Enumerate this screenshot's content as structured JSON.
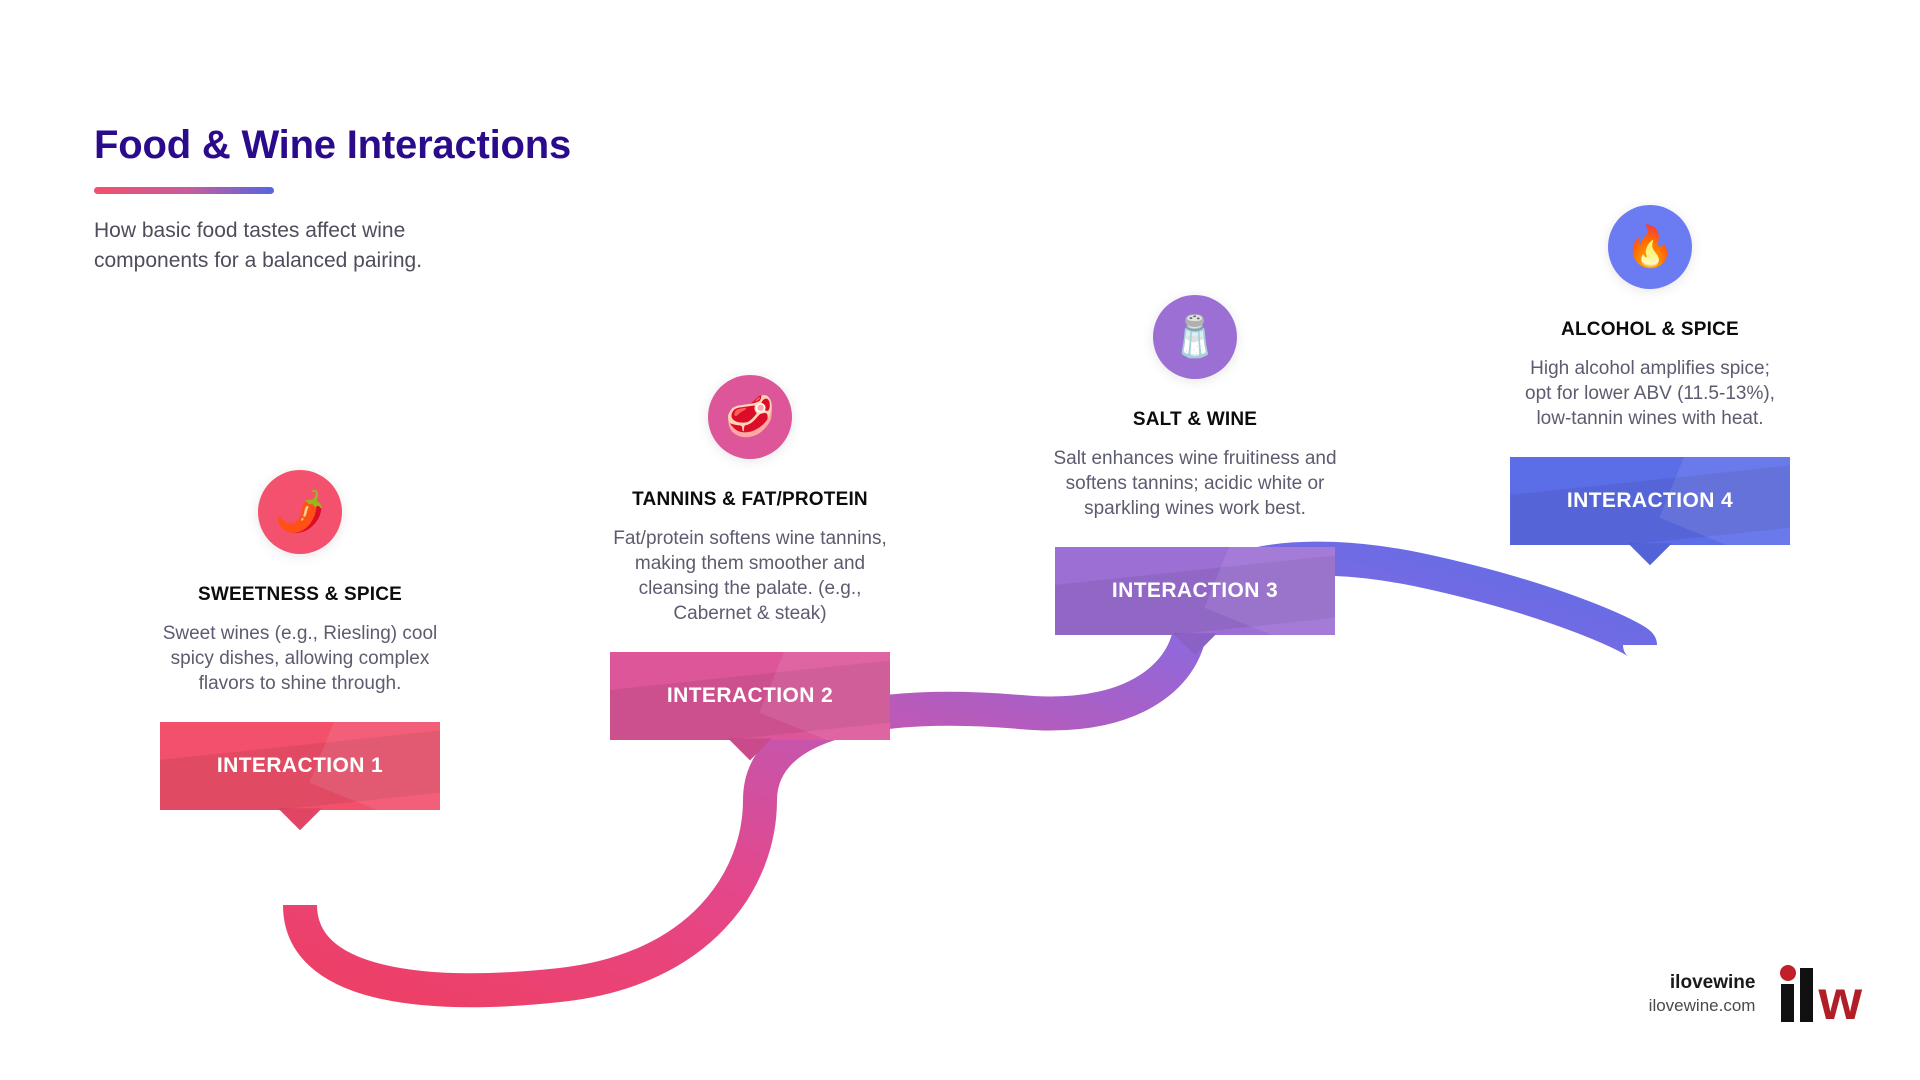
{
  "header": {
    "title": "Food & Wine Interactions",
    "subtitle": "How basic food tastes affect wine components for a balanced pairing."
  },
  "milestones": [
    {
      "icon": "chili-pepper-icon",
      "icon_glyph": "🌶️",
      "circle_color": "#F4516E",
      "title": "SWEETNESS & SPICE",
      "description": "Sweet wines (e.g., Riesling) cool spicy dishes, allowing complex flavors to shine through.",
      "banner_label": "INTERACTION 1",
      "banner_color": "#F2506B"
    },
    {
      "icon": "cut-of-meat-icon",
      "icon_glyph": "🥩",
      "circle_color": "#DC5699",
      "title": "TANNINS & FAT/PROTEIN",
      "description": "Fat/protein softens wine tannins, making them smoother and cleansing the palate. (e.g., Cabernet & steak)",
      "banner_label": "INTERACTION 2",
      "banner_color": "#DC5699"
    },
    {
      "icon": "salt-shaker-icon",
      "icon_glyph": "🧂",
      "circle_color": "#9B6FD4",
      "title": "SALT & WINE",
      "description": "Salt enhances wine fruitiness and softens tannins; acidic white or sparkling wines work best.",
      "banner_label": "INTERACTION 3",
      "banner_color": "#9B6FD4"
    },
    {
      "icon": "fire-icon",
      "icon_glyph": "🔥",
      "circle_color": "#6B7BF2",
      "title": "ALCOHOL & SPICE",
      "description": "High alcohol amplifies spice; opt for lower ABV (11.5-13%), low-tannin wines with heat.",
      "banner_label": "INTERACTION 4",
      "banner_color": "#5C6DE8"
    }
  ],
  "footer": {
    "brand_name": "ilovewine",
    "brand_url": "ilovewine.com",
    "logo_mark": "ilw"
  },
  "colors": {
    "title": "#2B0B8C",
    "rule_start": "#F2506B",
    "rule_end": "#5566E0",
    "body_text": "#5C5C70"
  }
}
